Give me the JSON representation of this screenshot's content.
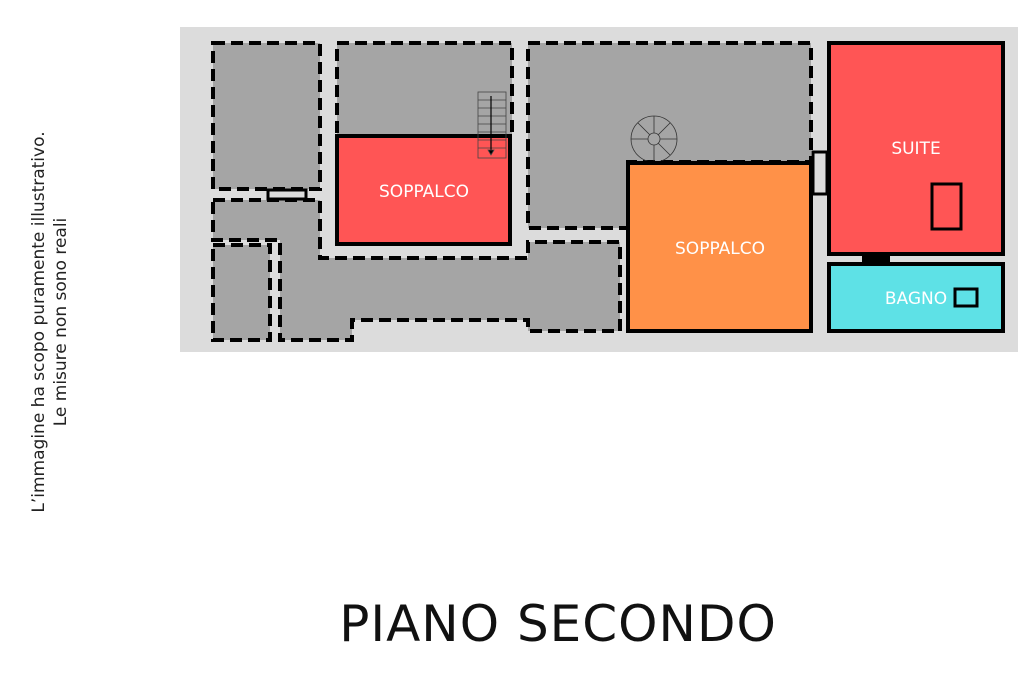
{
  "note": {
    "line1": "L’immagine ha scopo puramente illustrativo.",
    "line2": "Le misure non sono reali"
  },
  "title": "PIANO SECONDO",
  "rooms": [
    {
      "label": "SOPPALCO",
      "color": "#ff5555"
    },
    {
      "label": "SOPPALCO",
      "color": "#ff9148"
    },
    {
      "label": "SUITE",
      "color": "#ff5555"
    },
    {
      "label": "BAGNO",
      "color": "#5ee1e6"
    }
  ],
  "colors": {
    "background": "#dcdcdc",
    "existing_area": "#a5a5a5",
    "wall": "#000000"
  }
}
